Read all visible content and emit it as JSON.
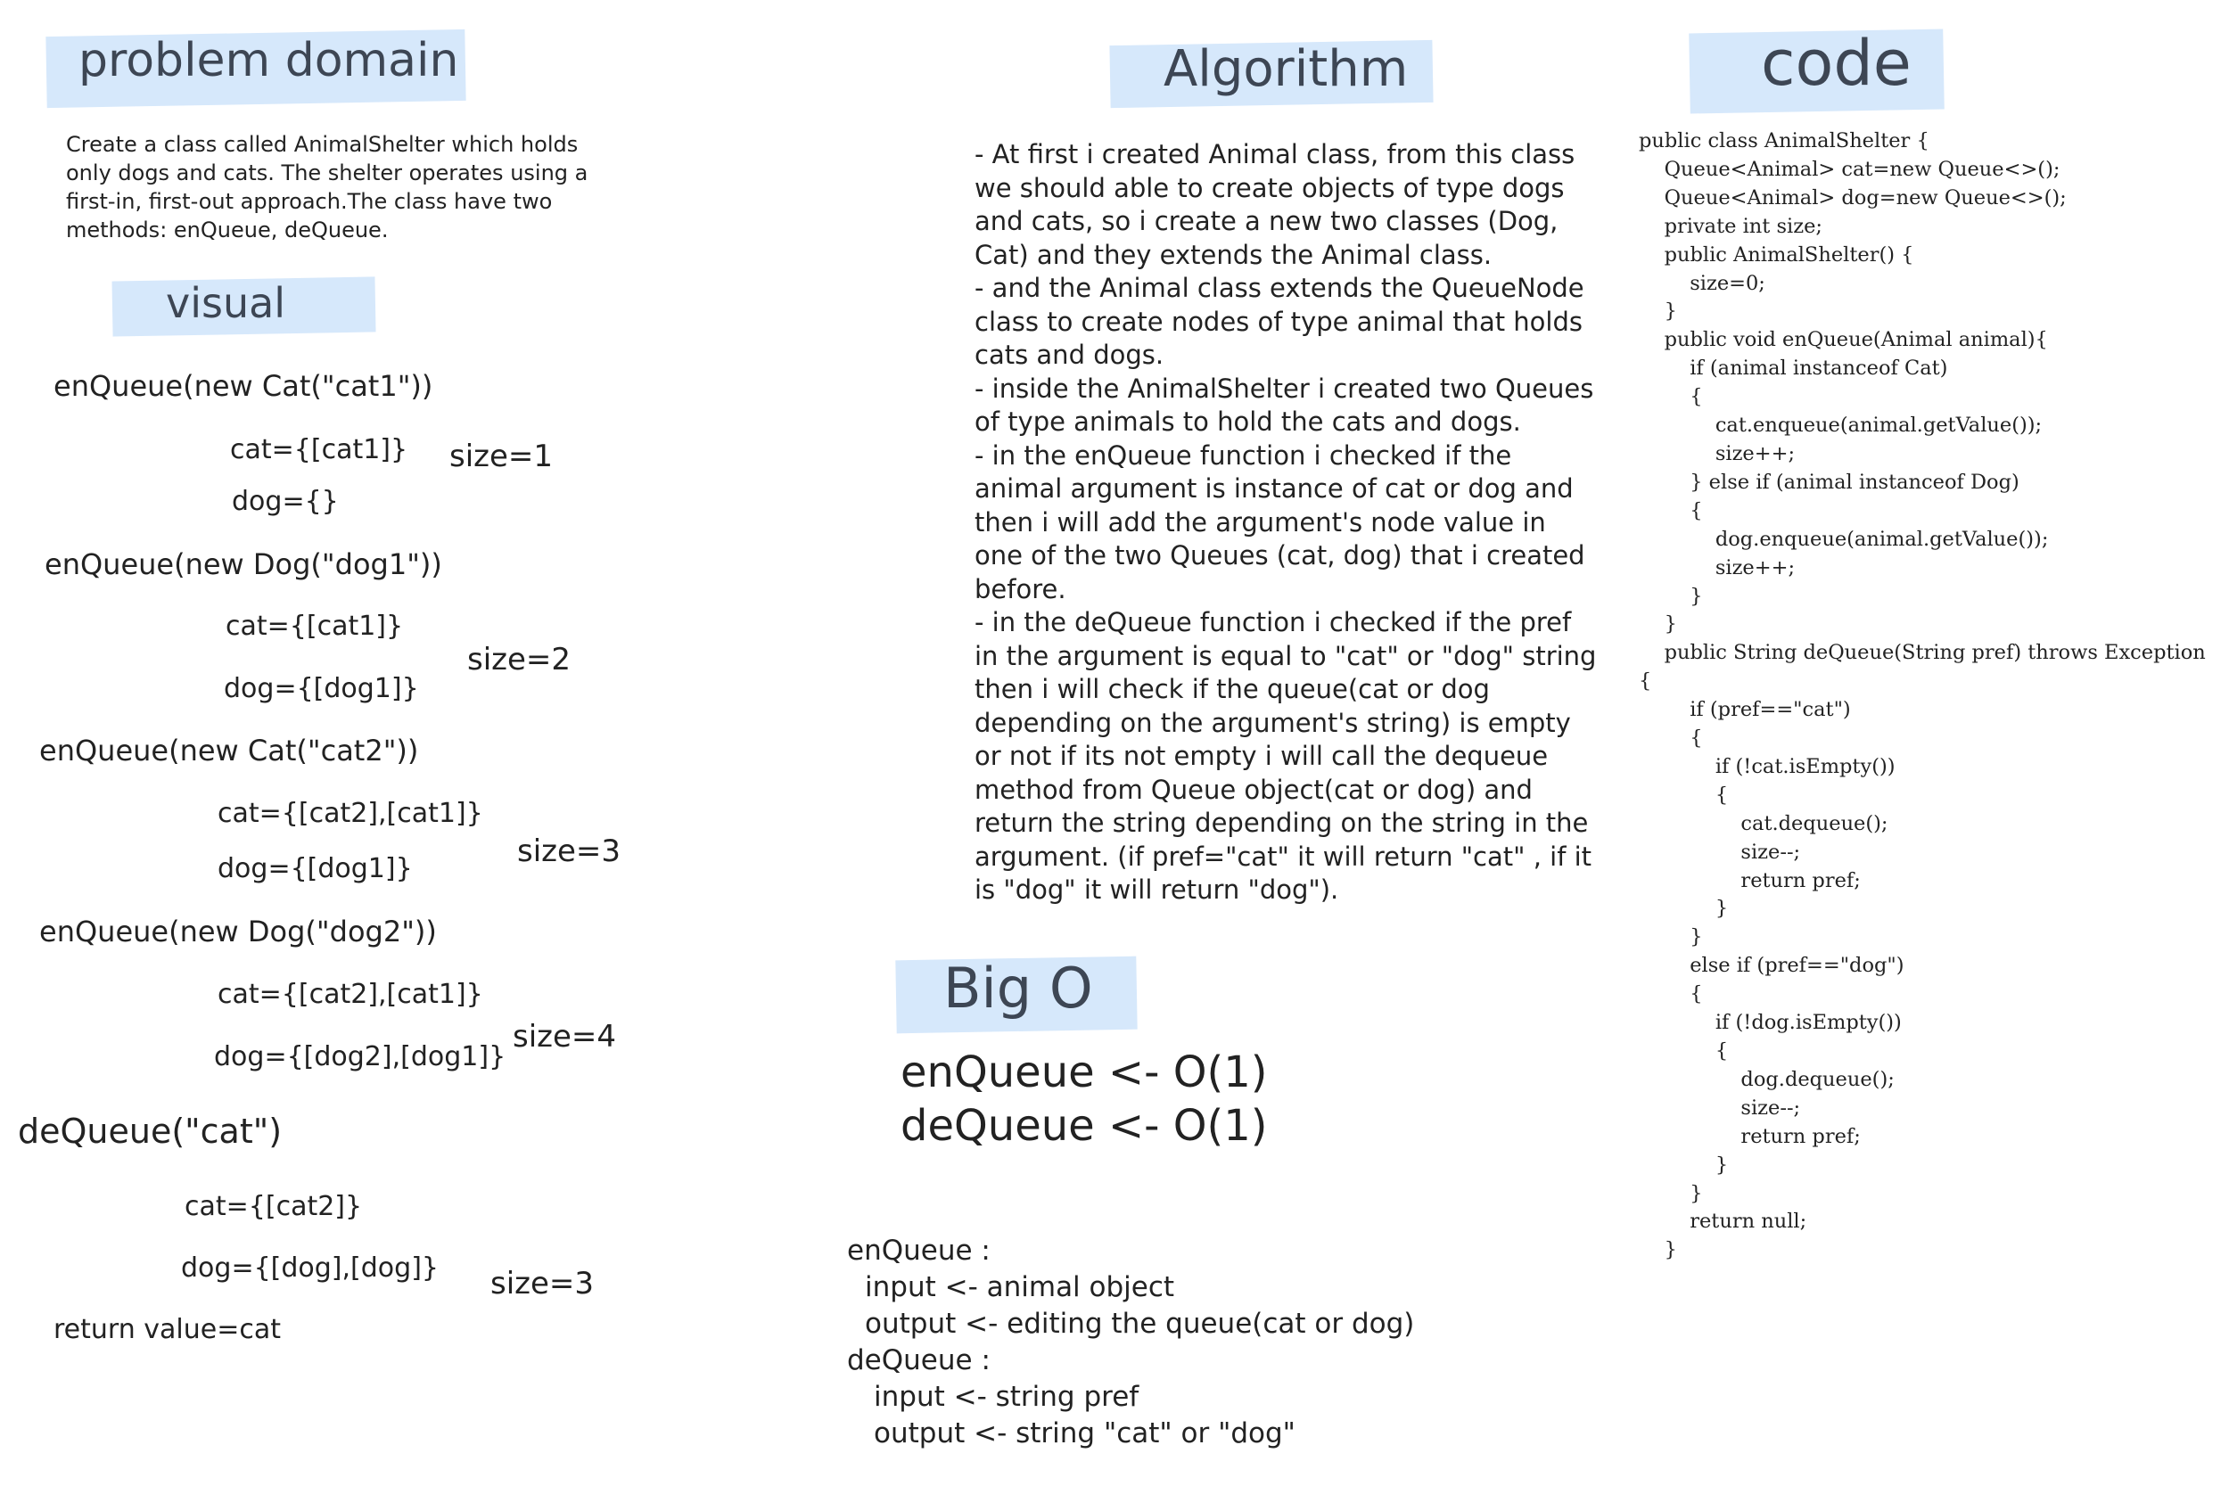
{
  "headings": {
    "problem_domain": "problem domain",
    "visual": "visual",
    "algorithm": "Algorithm",
    "code": "code",
    "big_o": "Big O"
  },
  "problem_domain": {
    "lines": [
      "Create a class called AnimalShelter which holds",
      "only dogs and cats. The shelter operates using a",
      "first-in, first-out approach.The class have two",
      "methods: enQueue, deQueue."
    ]
  },
  "visual": {
    "step1": {
      "call": "enQueue(new Cat(\"cat1\"))",
      "cat": "cat={[cat1]}",
      "dog": "dog={}",
      "size": "size=1"
    },
    "step2": {
      "call": "enQueue(new Dog(\"dog1\"))",
      "cat": "cat={[cat1]}",
      "dog": "dog={[dog1]}",
      "size": "size=2"
    },
    "step3": {
      "call": "enQueue(new Cat(\"cat2\"))",
      "cat": "cat={[cat2],[cat1]}",
      "dog": "dog={[dog1]}",
      "size": "size=3"
    },
    "step4": {
      "call": "enQueue(new Dog(\"dog2\"))",
      "cat": "cat={[cat2],[cat1]}",
      "dog": "dog={[dog2],[dog1]}",
      "size": "size=4"
    },
    "step5": {
      "call": "deQueue(\"cat\")",
      "cat": "cat={[cat2]}",
      "dog": "dog={[dog],[dog]}",
      "size": "size=3",
      "ret": "return value=cat"
    }
  },
  "algorithm": {
    "text": "- At first i created Animal class, from this class we should able to create objects of type dogs and cats, so i create a new two classes (Dog, Cat) and they extends the Animal class.\n- and the Animal class extends the QueueNode class to create nodes of type animal that holds cats and dogs.\n- inside the AnimalShelter i created two Queues of type animals to hold the cats and dogs.\n- in the enQueue function i checked if the animal argument is instance of cat or dog and then i will add the argument's node value in one of the two Queues (cat, dog) that i created before.\n- in the deQueue function i checked if the pref in the argument is equal to \"cat\" or \"dog\" string then i will check if the queue(cat or dog depending on the argument's string) is empty or not if its not empty i will call the dequeue method from Queue object(cat or dog) and return the string depending on the string in the argument. (if pref=\"cat\" it will return \"cat\" , if it is \"dog\" it will return \"dog\")."
  },
  "big_o": {
    "enqueue": "enQueue <- O(1)",
    "dequeue": "deQueue <- O(1)"
  },
  "io": {
    "enqueue_label": "enQueue :",
    "enqueue_input": "input <- animal object",
    "enqueue_output": "output <- editing the queue(cat or dog)",
    "dequeue_label": "deQueue :",
    "dequeue_input": "input <- string pref",
    "dequeue_output": "output <- string \"cat\" or \"dog\""
  },
  "code": {
    "text": "public class AnimalShelter {\n    Queue<Animal> cat=new Queue<>();\n    Queue<Animal> dog=new Queue<>();\n    private int size;\n    public AnimalShelter() {\n        size=0;\n    }\n    public void enQueue(Animal animal){\n        if (animal instanceof Cat)\n        {\n            cat.enqueue(animal.getValue());\n            size++;\n        } else if (animal instanceof Dog)\n        {\n            dog.enqueue(animal.getValue());\n            size++;\n        }\n    }\n    public String deQueue(String pref) throws Exception\n{\n        if (pref==\"cat\")\n        {\n            if (!cat.isEmpty())\n            {\n                cat.dequeue();\n                size--;\n                return pref;\n            }\n        }\n        else if (pref==\"dog\")\n        {\n            if (!dog.isEmpty())\n            {\n                dog.dequeue();\n                size--;\n                return pref;\n            }\n        }\n        return null;\n    }"
  },
  "colors": {
    "highlight": "#d6e8fb",
    "heading_text": "#3d4654"
  }
}
